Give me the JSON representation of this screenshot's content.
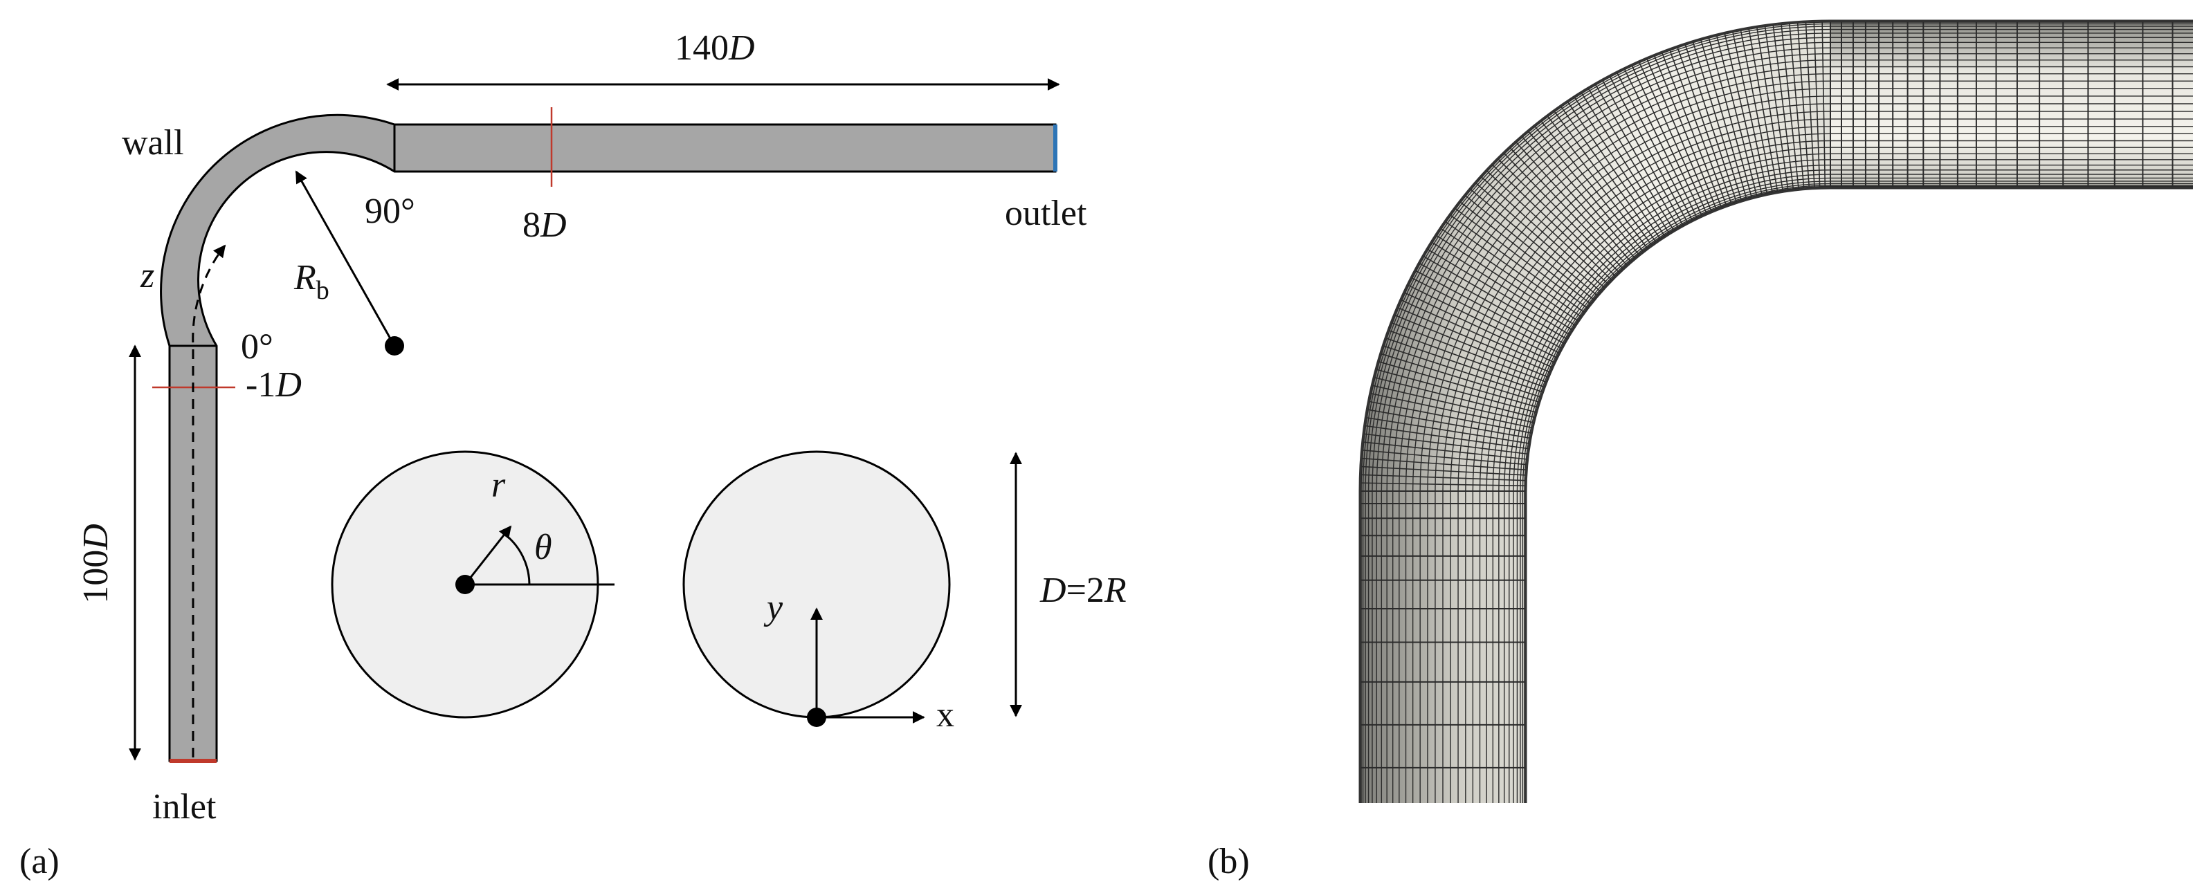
{
  "panel_a": {
    "panel_label": "(a)",
    "labels": {
      "wall": "wall",
      "inlet": "inlet",
      "outlet": "outlet",
      "z": "z",
      "rb_main": "R",
      "rb_sub": "b",
      "deg90": "90°",
      "deg0": "0°",
      "neg1d_num": "-1",
      "neg1d_unit": "D",
      "d8_num": "8",
      "d8_unit": "D",
      "len140_num": "140",
      "len140_unit": "D",
      "len100_num": "100",
      "len100_unit": "D",
      "r": "r",
      "theta": "θ",
      "y": "y",
      "x": "x",
      "dia_D": "D",
      "dia_eq": "=2",
      "dia_R": "R"
    },
    "colors": {
      "pipe_fill": "#a6a6a6",
      "inlet_mark": "#c0392b",
      "outlet_mark": "#2e75b6",
      "section_line": "#c0392b",
      "cross_section_fill": "#efefef"
    }
  },
  "panel_b": {
    "panel_label": "(b)",
    "colors": {
      "mesh_fill_dark": "#8a8a84",
      "mesh_fill_light": "#f0efe8",
      "mesh_lines": "#2b2b2b"
    }
  }
}
